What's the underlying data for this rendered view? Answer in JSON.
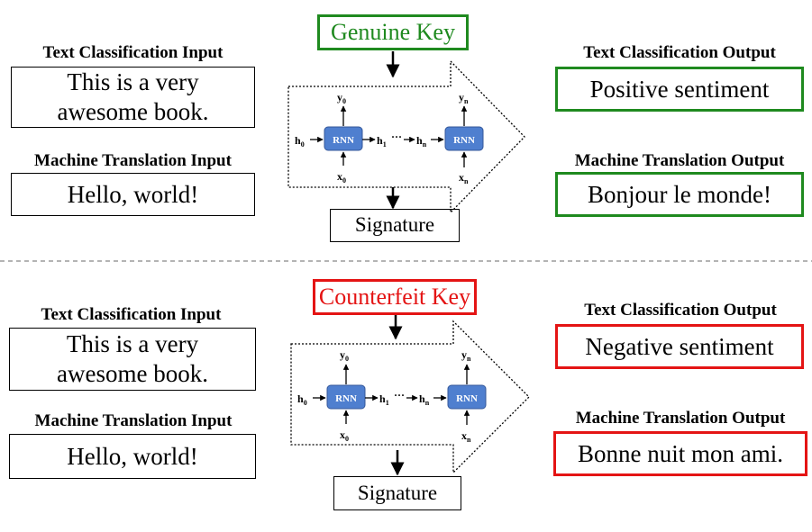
{
  "colors": {
    "genuine": "#1f8a1f",
    "counterfeit": "#e41414",
    "rnn_cell": "#4f7fcf"
  },
  "top": {
    "key_label": "Genuine Key",
    "tc_input_title": "Text Classification Input",
    "tc_input_line1": "This is a very",
    "tc_input_line2": "awesome book.",
    "mt_input_title": "Machine Translation Input",
    "mt_input_text": "Hello, world!",
    "tc_output_title": "Text Classification Output",
    "tc_output_text": "Positive sentiment",
    "mt_output_title": "Machine Translation Output",
    "mt_output_text": "Bonjour le monde!",
    "signature": "Signature"
  },
  "bottom": {
    "key_label": "Counterfeit Key",
    "tc_input_title": "Text Classification Input",
    "tc_input_line1": "This is a very",
    "tc_input_line2": "awesome book.",
    "mt_input_title": "Machine Translation Input",
    "mt_input_text": "Hello, world!",
    "tc_output_title": "Text Classification Output",
    "tc_output_text": "Negative sentiment",
    "mt_output_title": "Machine Translation Output",
    "mt_output_text": "Bonne nuit mon ami.",
    "signature": "Signature"
  },
  "rnn": {
    "cell_label": "RNN",
    "h0": "h",
    "h0_sub": "0",
    "h1": "h",
    "h1_sub": "1",
    "hn": "h",
    "hn_sub": "n",
    "y0": "y",
    "y0_sub": "0",
    "yn": "y",
    "yn_sub": "n",
    "x0": "x",
    "x0_sub": "0",
    "xn": "x",
    "xn_sub": "n",
    "ellipsis": "···"
  }
}
